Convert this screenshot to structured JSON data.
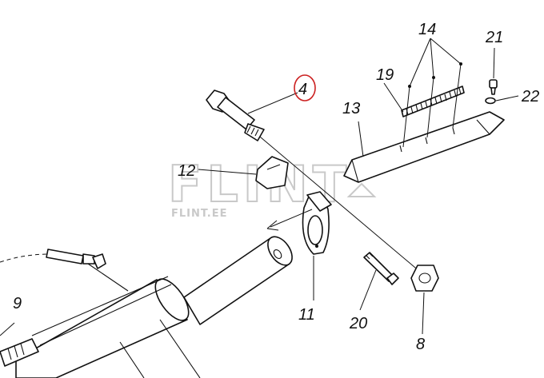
{
  "callouts": {
    "c4": "4",
    "c8": "8",
    "c9": "9",
    "c11": "11",
    "c12": "12",
    "c13": "13",
    "c14": "14",
    "c19": "19",
    "c20": "20",
    "c21": "21",
    "c22": "22"
  },
  "watermark": {
    "large": "FLINT",
    "small": "FLINT.EE",
    "color": "#c9c9c9"
  },
  "highlight": {
    "color": "#cc2222"
  }
}
